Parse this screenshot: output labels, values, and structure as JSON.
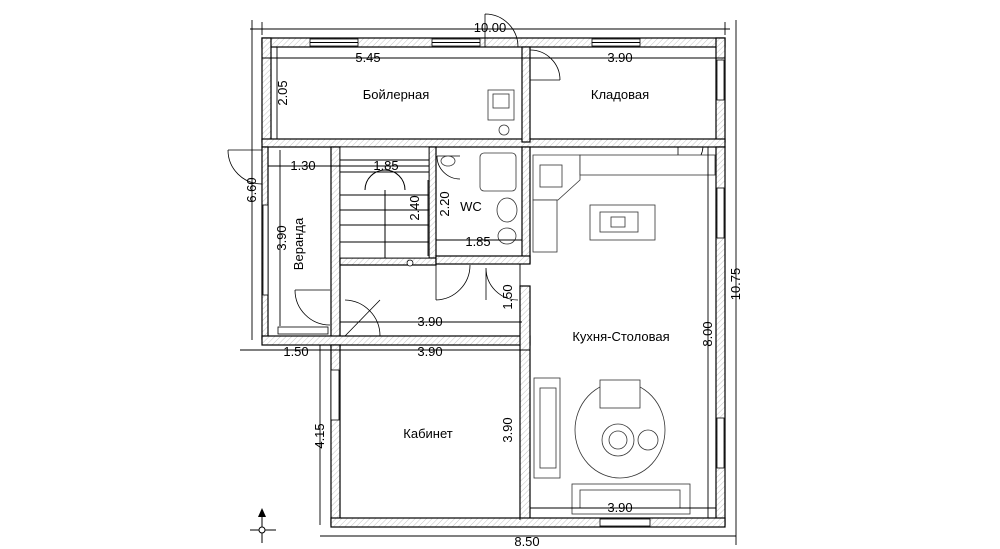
{
  "rooms": {
    "boiler": "Бойлерная",
    "storage": "Кладовая",
    "wc": "WC",
    "veranda": "Веранда",
    "kitchen": "Кухня-Столовая",
    "office": "Кабинет"
  },
  "dimensions": {
    "top_total": "10.00",
    "top_left": "5.45",
    "top_right": "3.90",
    "left_boiler": "2.05",
    "left_total": "6.60",
    "veranda_width": "1.30",
    "stair_width": "1.85",
    "veranda_length": "3.90",
    "wc_height": "2.20",
    "stair_height": "2.40",
    "wc_width": "1.85",
    "hall_height": "1.50",
    "hall_width": "3.90",
    "bottom_left": "1.50",
    "office_width": "3.90",
    "right_total": "10.75",
    "kitchen_height": "8.00",
    "left_office": "4.15",
    "office_height": "3.90",
    "kitchen_width": "3.90",
    "bottom_total": "8.50"
  },
  "icons": [
    "north-arrow-icon"
  ]
}
